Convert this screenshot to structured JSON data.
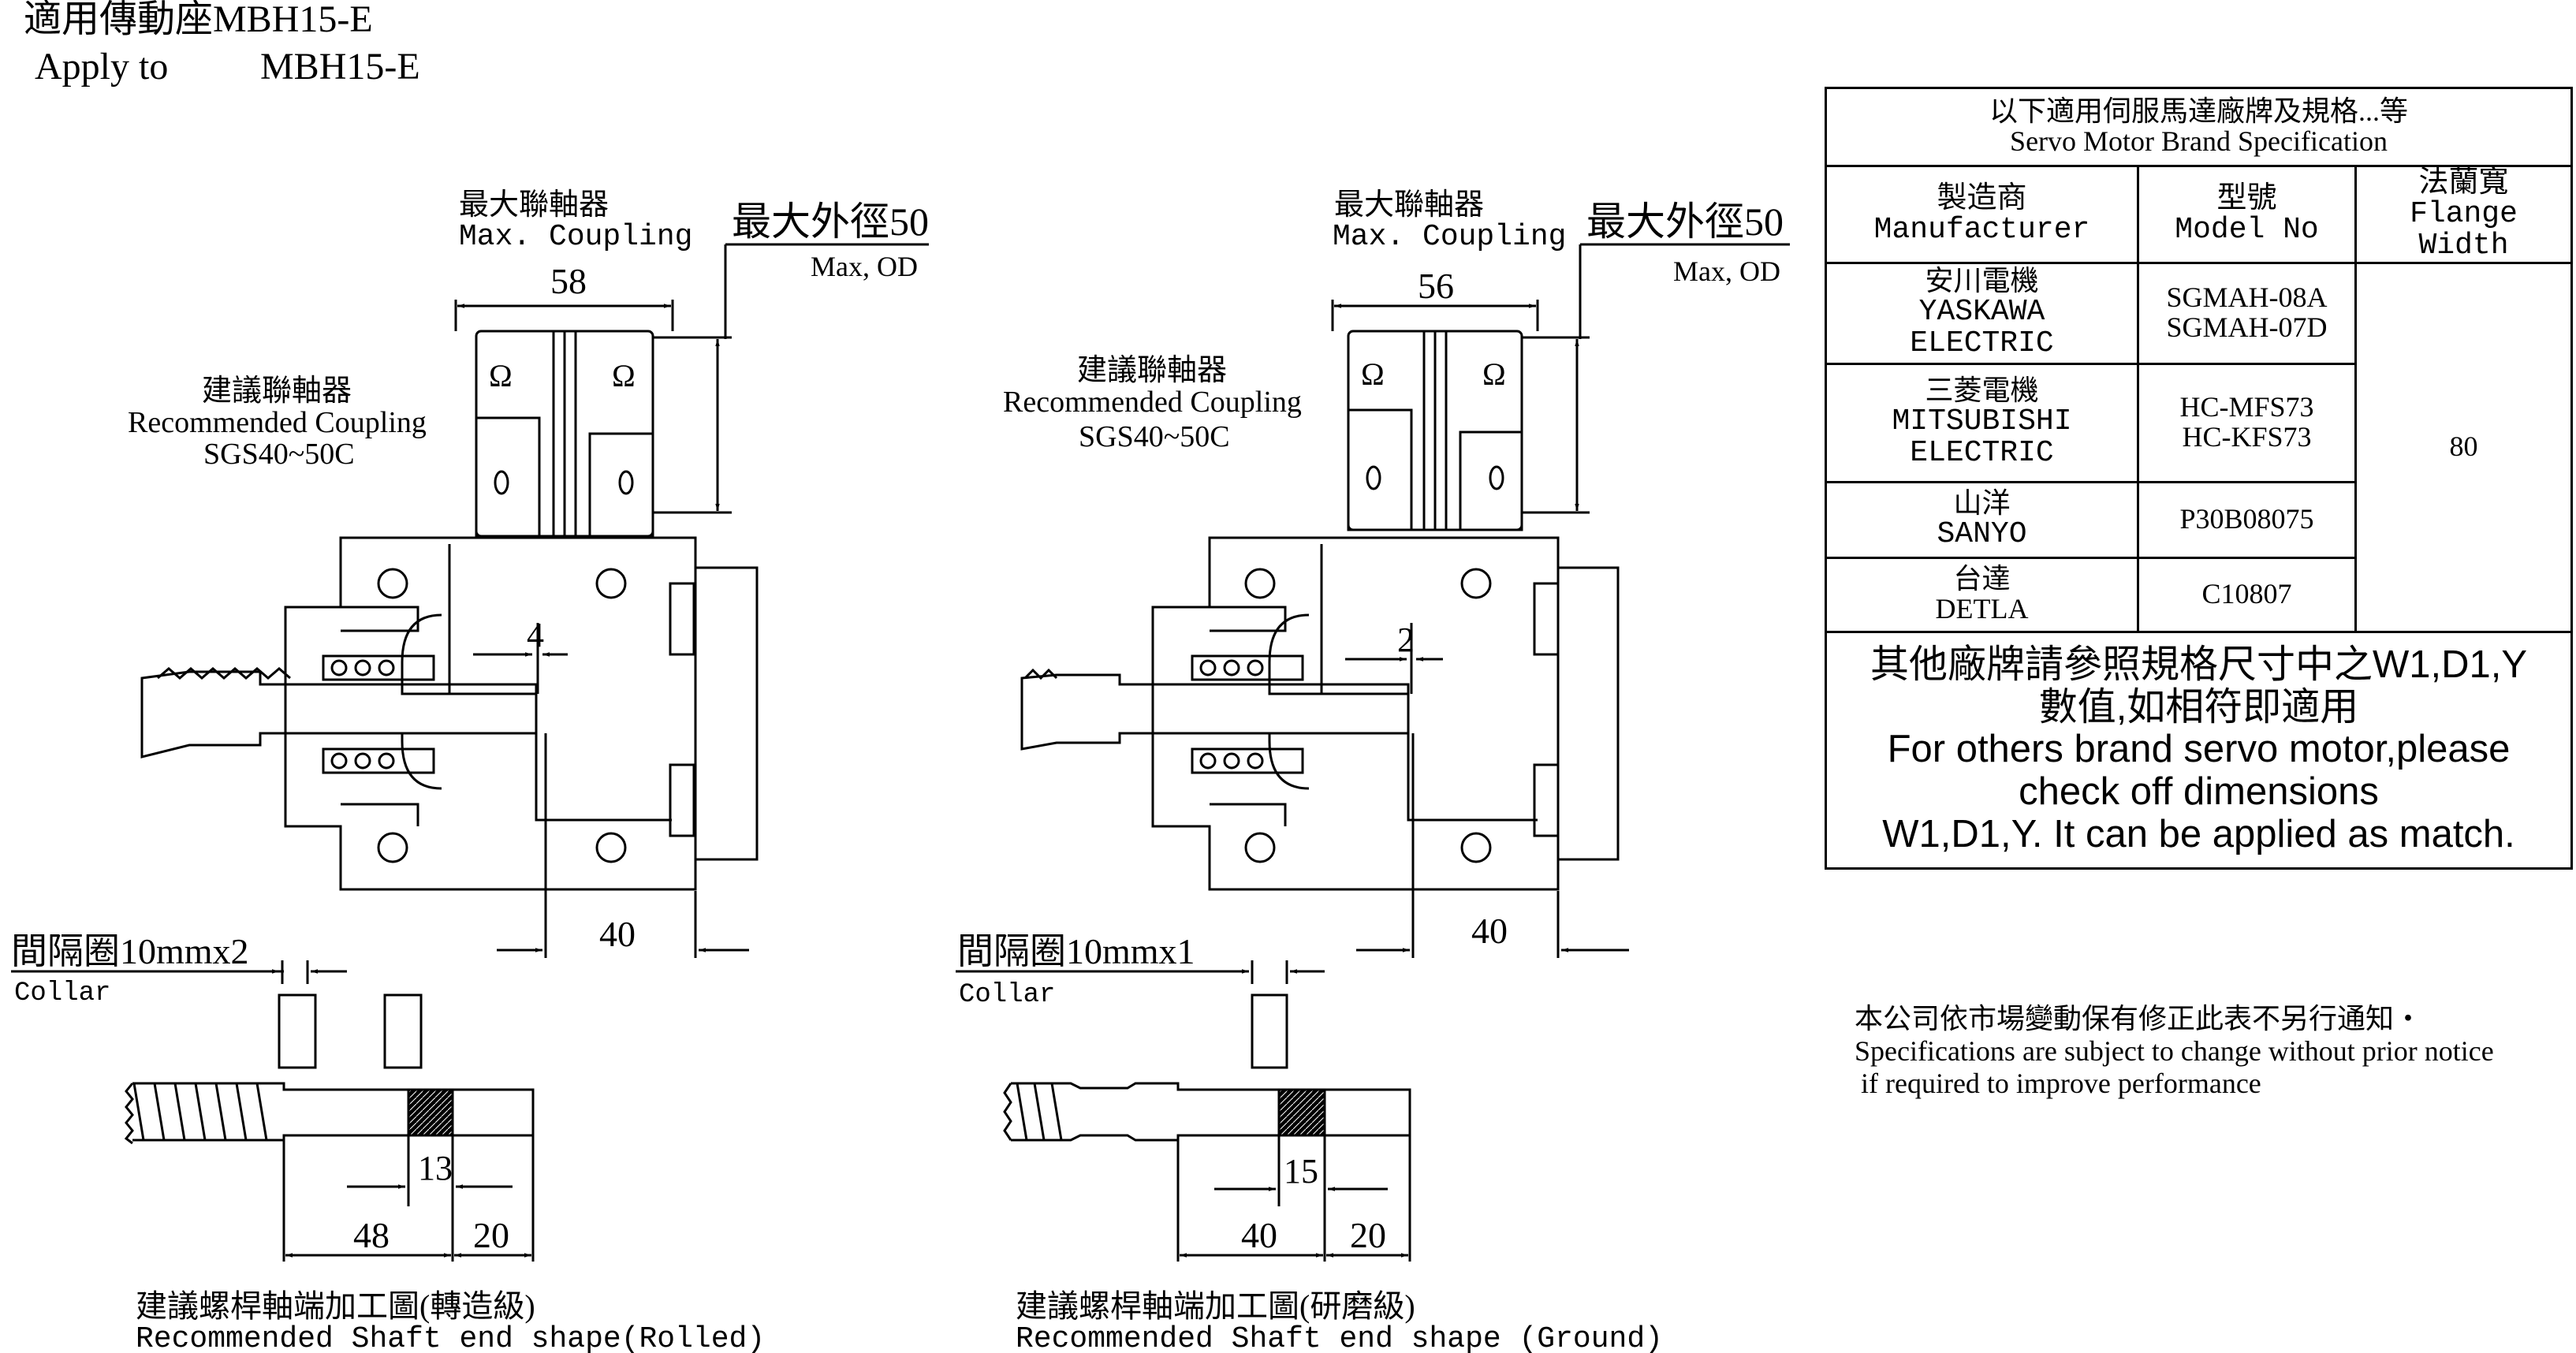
{
  "title": {
    "zh": "適用傳動座MBH15-E",
    "en_prefix": "Apply to",
    "en_model": "MBH15-E"
  },
  "left_view": {
    "coupling_zh": "最大聯軸器",
    "coupling_en": "Max. Coupling",
    "od_zh": "最大外徑50",
    "od_en": "Max, OD",
    "coupling_width": "58",
    "recommended_zh": "建議聯軸器",
    "recommended_en": "Recommended Coupling",
    "recommended_model": "SGS40~50C",
    "gap": "4",
    "depth": "40",
    "collar_zh": "間隔圈10mmx2",
    "collar_en": "Collar",
    "knurl_len": "13",
    "dim_a": "48",
    "dim_b": "20",
    "shape_zh": "建議螺桿軸端加工圖(轉造級)",
    "shape_en": "Recommended Shaft end shape(Rolled)"
  },
  "right_view": {
    "coupling_zh": "最大聯軸器",
    "coupling_en": "Max. Coupling",
    "od_zh": "最大外徑50",
    "od_en": "Max, OD",
    "coupling_width": "56",
    "recommended_zh": "建議聯軸器",
    "recommended_en": "Recommended Coupling",
    "recommended_model": "SGS40~50C",
    "gap": "2",
    "depth": "40",
    "collar_zh": "間隔圈10mmx1",
    "collar_en": "Collar",
    "knurl_len": "15",
    "dim_a": "40",
    "dim_b": "20",
    "shape_zh": "建議螺桿軸端加工圖(研磨級)",
    "shape_en": "Recommended Shaft end shape (Ground)"
  },
  "spec_table": {
    "header_zh": "以下適用伺服馬達廠牌及規格...等",
    "header_en": "Servo Motor Brand Specification",
    "col_manufacturer_zh": "製造商",
    "col_manufacturer_en": "Manufacturer",
    "col_model_zh": "型號",
    "col_model_en": "Model No",
    "col_flange_zh": "法蘭寬",
    "col_flange_en": "Flange Width",
    "rows": [
      {
        "maker_zh": "安川電機",
        "maker_en1": "YASKAWA",
        "maker_en2": "ELECTRIC",
        "model1": "SGMAH-08A",
        "model2": "SGMAH-07D"
      },
      {
        "maker_zh": "三菱電機",
        "maker_en1": "MITSUBISHI",
        "maker_en2": "ELECTRIC",
        "model1": "HC-MFS73",
        "model2": "HC-KFS73"
      },
      {
        "maker_zh": "山洋",
        "maker_en1": "SANYO",
        "maker_en2": "",
        "model1": "P30B08075",
        "model2": ""
      },
      {
        "maker_zh": "台達",
        "maker_en1": "DETLA",
        "maker_en2": "",
        "model1": "C10807",
        "model2": ""
      }
    ],
    "flange_width": "80",
    "note_zh1": "其他廠牌請參照規格尺寸中之W1,D1,Y",
    "note_zh2": "數值,如相符即適用",
    "note_en1": "For others brand servo motor,please",
    "note_en2": "check off dimensions",
    "note_en3": "W1,D1,Y. It can be applied as match."
  },
  "disclaimer": {
    "zh": "本公司依市場變動保有修正此表不另行通知・",
    "en1": "Specifications are subject to change without prior notice",
    "en2": "if required to improve performance"
  }
}
